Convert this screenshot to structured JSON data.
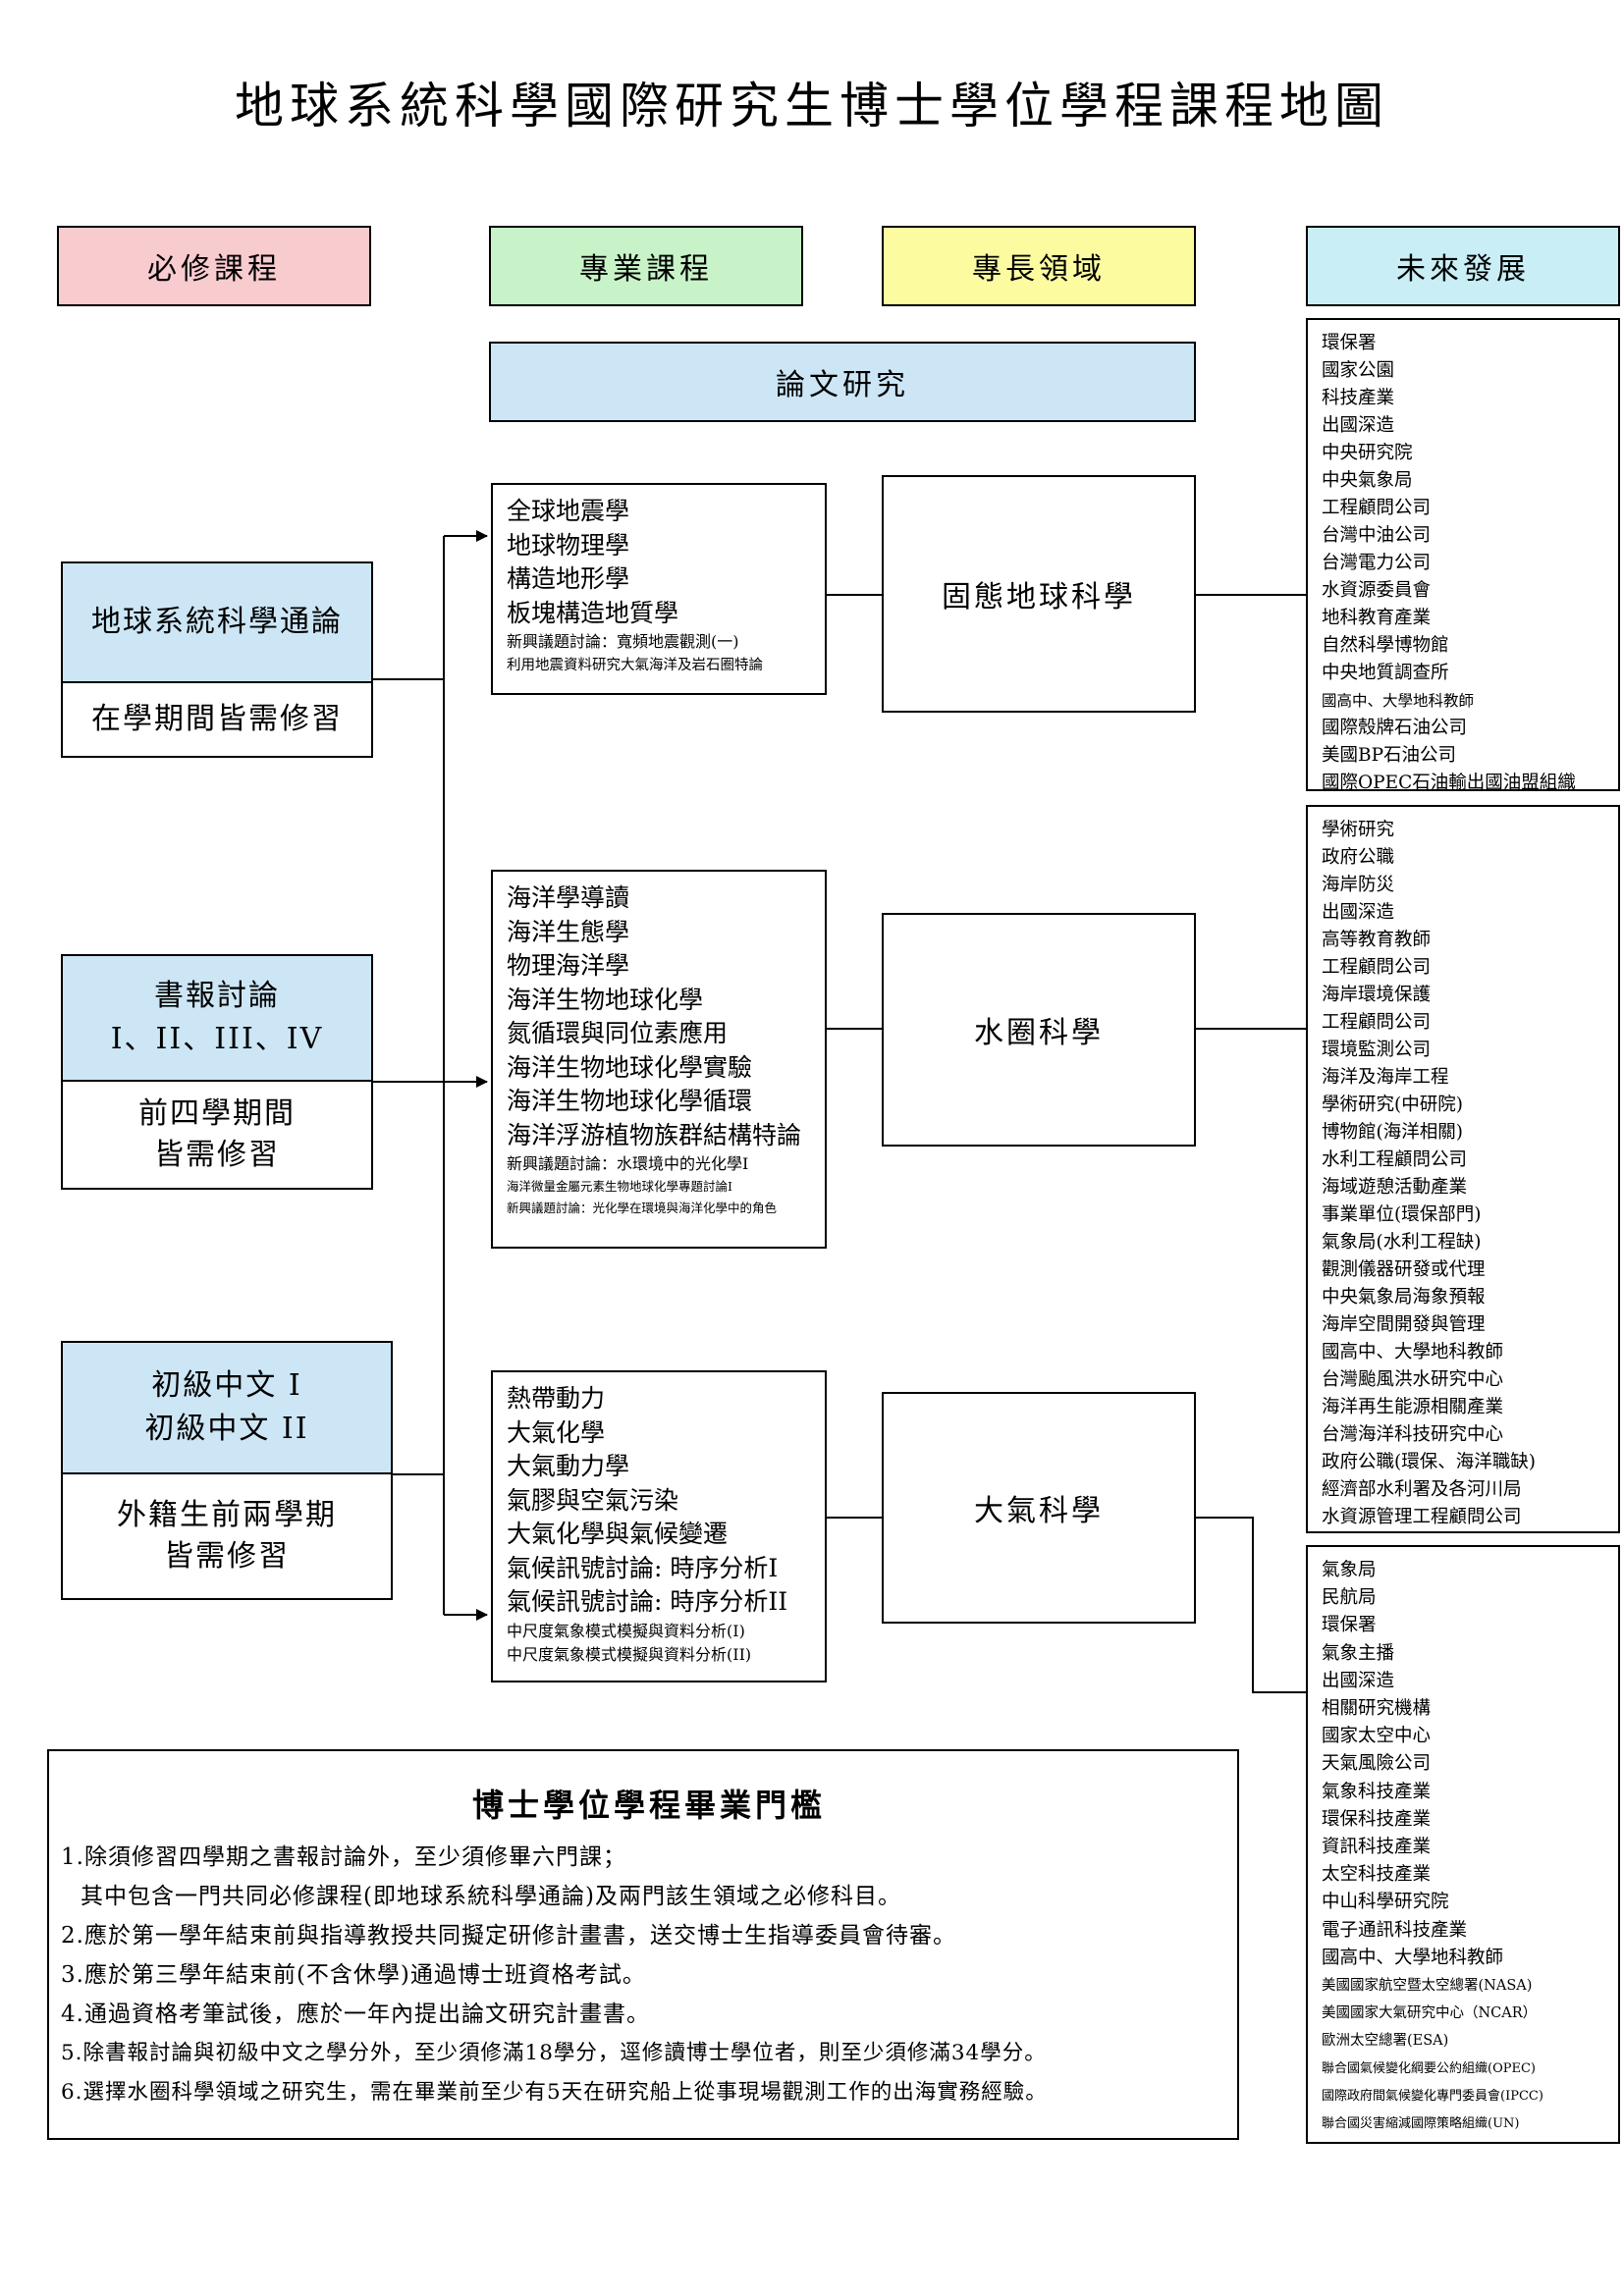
{
  "title": "地球系統科學國際研究生博士學位學程課程地圖",
  "headers": {
    "required": "必修課程",
    "professional": "專業課程",
    "expertise": "專長領域",
    "future": "未來發展",
    "thesis": "論文研究"
  },
  "colors": {
    "required": "#f8cbcf",
    "professional": "#c8f3c8",
    "expertise": "#fdfba0",
    "future": "#c9eef6",
    "required_course": "#cde6f5"
  },
  "required_courses": [
    {
      "name_lines": [
        "地球系統科學通論"
      ],
      "note_lines": [
        "在學期間皆需修習"
      ]
    },
    {
      "name_lines": [
        "書報討論",
        "I、II、III、IV"
      ],
      "note_lines": [
        "前四學期間",
        "皆需修習"
      ]
    },
    {
      "name_lines": [
        "初級中文 I",
        "初級中文 II"
      ],
      "note_lines": [
        "外籍生前兩學期",
        "皆需修習"
      ]
    }
  ],
  "solid_earth": {
    "field": "固態地球科學",
    "courses": [
      "全球地震學",
      "地球物理學",
      "構造地形學",
      "板塊構造地質學"
    ],
    "small_courses": [
      "新興議題討論：寬頻地震觀測(一)",
      "利用地震資料研究大氣海洋及岩石圈特論"
    ],
    "careers": [
      "環保署",
      "國家公園",
      "科技產業",
      "出國深造",
      "中央研究院",
      "中央氣象局",
      "工程顧問公司",
      "台灣中油公司",
      "台灣電力公司",
      "水資源委員會",
      "地科教育產業",
      "自然科學博物館",
      "中央地質調查所",
      "國高中、大學地科教師",
      "國際殼牌石油公司",
      "美國BP石油公司",
      "國際OPEC石油輸出國油盟組織"
    ]
  },
  "hydrosphere": {
    "field": "水圈科學",
    "courses": [
      "海洋學導讀",
      "海洋生態學",
      "物理海洋學",
      "海洋生物地球化學",
      "氮循環與同位素應用",
      "海洋生物地球化學實驗",
      "海洋生物地球化學循環",
      "海洋浮游植物族群結構特論"
    ],
    "small_courses": [
      "新興議題討論：水環境中的光化學I"
    ],
    "tiny_courses": [
      "海洋微量金屬元素生物地球化學專題討論I",
      "新興議題討論：光化學在環境與海洋化學中的角色"
    ],
    "careers": [
      "學術研究",
      "政府公職",
      "海岸防災",
      "出國深造",
      "高等教育教師",
      "工程顧問公司",
      "海岸環境保護",
      "工程顧問公司",
      "環境監測公司",
      "海洋及海岸工程",
      "學術研究(中研院)",
      "博物館(海洋相關)",
      "水利工程顧問公司",
      "海域遊憩活動產業",
      "事業單位(環保部門)",
      "氣象局(水利工程缺)",
      "觀測儀器研發或代理",
      "中央氣象局海象預報",
      "海岸空間開發與管理",
      "國高中、大學地科教師",
      "台灣颱風洪水研究中心",
      "海洋再生能源相關產業",
      "台灣海洋科技研究中心",
      "政府公職(環保、海洋職缺)",
      "經濟部水利署及各河川局",
      "水資源管理工程顧問公司"
    ]
  },
  "atmosphere": {
    "field": "大氣科學",
    "courses": [
      "熱帶動力",
      "大氣化學",
      "大氣動力學",
      "氣膠與空氣污染",
      "大氣化學與氣候變遷",
      "氣候訊號討論: 時序分析I",
      "氣候訊號討論: 時序分析II"
    ],
    "small_courses": [
      "中尺度氣象模式模擬與資料分析(I)",
      "中尺度氣象模式模擬與資料分析(II)"
    ],
    "careers": [
      "氣象局",
      "民航局",
      "環保署",
      "氣象主播",
      "出國深造",
      "相關研究機構",
      "國家太空中心",
      "天氣風險公司",
      "氣象科技產業",
      "環保科技產業",
      "資訊科技產業",
      "太空科技產業",
      "中山科學研究院",
      "電子通訊科技產業",
      "國高中、大學地科教師",
      "美國國家航空暨太空總署(NASA)",
      "美國國家大氣研究中心（NCAR）",
      "歐洲太空總署(ESA)",
      "聯合國氣候變化綱要公約組織(OPEC)",
      "國際政府間氣候變化專門委員會(IPCC)",
      "聯合國災害縮減國際策略組織(UN)"
    ]
  },
  "graduation": {
    "title": "博士學位學程畢業門檻",
    "lines": [
      "1.除須修習四學期之書報討論外，至少須修畢六門課；",
      "其中包含一門共同必修課程(即地球系統科學通論)及兩門該生領域之必修科目。",
      "2.應於第一學年結束前與指導教授共同擬定研修計畫書，送交博士生指導委員會待審。",
      "3.應於第三學年結束前(不含休學)通過博士班資格考試。",
      "4.通過資格考筆試後，應於一年內提出論文研究計畫書。",
      "5.除書報討論與初級中文之學分外，至少須修滿18學分，逕修讀博士學位者，則至少須修滿34學分。",
      "6.選擇水圈科學領域之研究生，需在畢業前至少有5天在研究船上從事現場觀測工作的出海實務經驗。"
    ]
  }
}
